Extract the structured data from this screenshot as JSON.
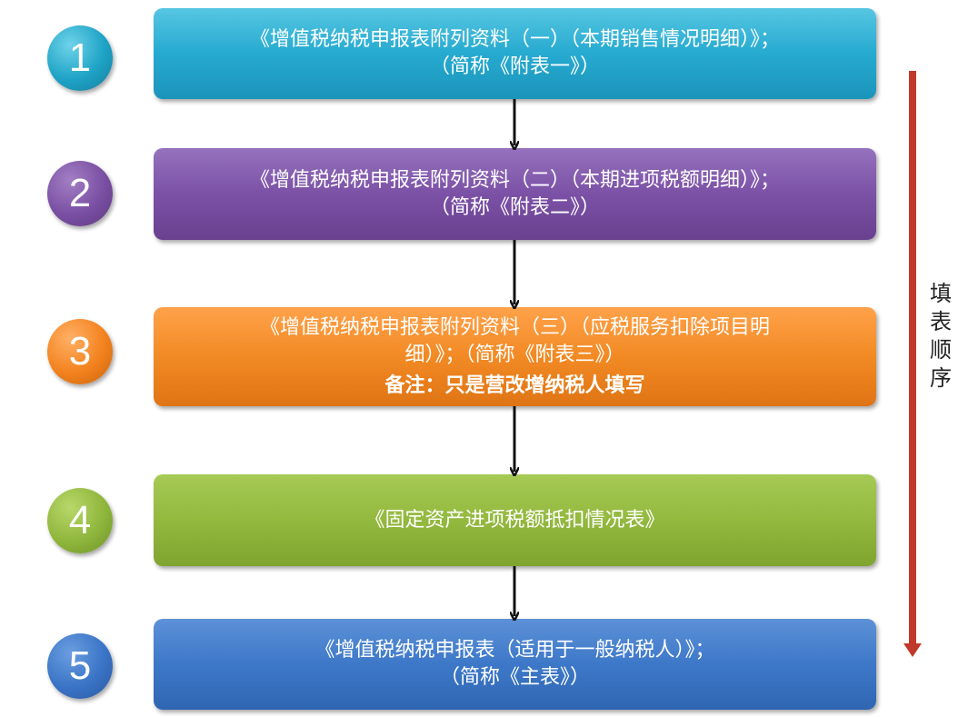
{
  "steps": [
    {
      "number": "1",
      "color": "#26aad0",
      "lines": [
        "《增值税纳税申报表附列资料（一）（本期销售情况明细）》；",
        "（简称《附表一》）"
      ]
    },
    {
      "number": "2",
      "color": "#7b51a6",
      "lines": [
        "《增值税纳税申报表附列资料（二）（本期进项税额明细）》；",
        "（简称《附表二》）"
      ]
    },
    {
      "number": "3",
      "color": "#f28a24",
      "lines": [
        "《增值税纳税申报表附列资料（三）（应税服务扣除项目明",
        "细）》；（简称《附表三》）"
      ],
      "note": "备注：只是营改增纳税人填写"
    },
    {
      "number": "4",
      "color": "#93b93f",
      "lines": [
        "《固定资产进项税额抵扣情况表》"
      ]
    },
    {
      "number": "5",
      "color": "#3d78c8",
      "lines": [
        "《增值税纳税申报表（适用于一般纳税人）》；",
        "（简称《主表》）"
      ]
    }
  ],
  "order_label": [
    "填",
    "表",
    "顺",
    "序"
  ],
  "order_arrow_color": "#c0392b"
}
